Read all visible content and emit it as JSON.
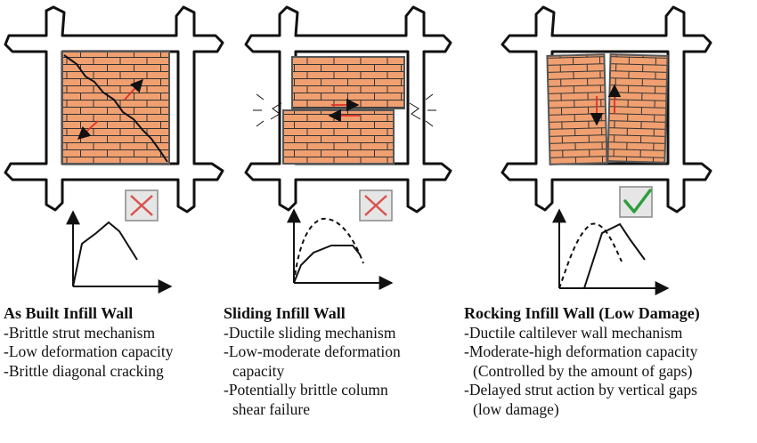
{
  "panels": [
    {
      "title": "As Built Infill Wall",
      "points": [
        "-Brittle strut mechanism",
        "-Low deformation capacity",
        "-Brittle diagonal cracking"
      ],
      "verdict": "fail",
      "verdict_color": "#d9534f"
    },
    {
      "title": "Sliding Infill Wall",
      "points": [
        "-Ductile sliding mechanism",
        "-Low-moderate deformation",
        "capacity",
        "-Potentially brittle column",
        "shear failure"
      ],
      "verdict": "fail",
      "verdict_color": "#d9534f"
    },
    {
      "title": "Rocking Infill Wall (Low Damage)",
      "points": [
        "-Ductile caltilever wall mechanism",
        "-Moderate-high deformation capacity",
        "(Controlled by the amount of gaps)",
        "-Delayed strut action by vertical gaps",
        "(low damage)"
      ],
      "verdict": "pass",
      "verdict_color": "#2e9e3e"
    }
  ],
  "colors": {
    "brick": "#f0a070",
    "mortar": "#3a3a3a",
    "frame": "#111111",
    "arrow": "#e0302a"
  },
  "icons": [
    "cross-icon",
    "cross-icon",
    "check-icon"
  ]
}
